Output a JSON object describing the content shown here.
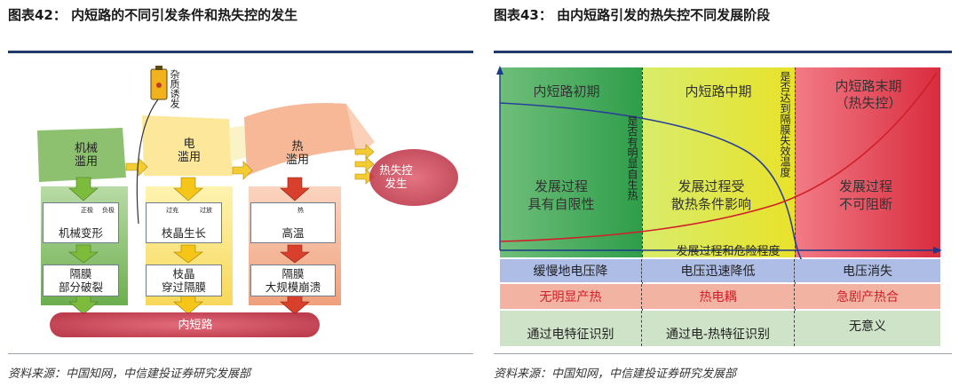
{
  "left": {
    "title": "图表42： 内短路的不同引发条件和热失控的发生",
    "source": "资料来源：中国知网，中信建投证券研究发展部",
    "battery_label": "杂质诱发",
    "stage1": [
      "机械\n滥用",
      "电\n滥用",
      "热\n滥用"
    ],
    "thermal_runaway": "热失控\n发生",
    "mini_labels": {
      "a": "正极",
      "b": "负极",
      "c": "过充",
      "d": "过放",
      "e": "热"
    },
    "stage2": [
      "机械变形",
      "枝晶生长",
      "高温"
    ],
    "stage3": [
      "隔膜\n部分破裂",
      "枝晶\n穿过隔膜",
      "隔膜\n大规模崩溃"
    ],
    "bottom": "内短路"
  },
  "right": {
    "title": "图表43： 由内短路引发的热失控不同发展阶段",
    "source": "资料来源：中国知网，中信建投证券研究发展部",
    "phases": [
      "内短路初期",
      "内短路中期",
      "内短路末期\n（热失控）"
    ],
    "descriptions": [
      "发展过程\n具有自限性",
      "发展过程受\n散热条件影响",
      "发展过程\n不可阻断"
    ],
    "vertical1": "是否有明显自生热",
    "vertical2": "是否达到隔膜失效温度",
    "x_label": "发展过程和危险程度",
    "row_voltage": [
      "缓慢地电压降",
      "电压迅速降低",
      "电压消失"
    ],
    "row_heat": [
      "无明显产热",
      "热电耦",
      "急剧产热合"
    ],
    "row_detect": [
      "通过电特征识别",
      "通过电-热特征识别",
      "无意义"
    ]
  },
  "colors": {
    "rule": "#1f3a6b",
    "green": "#2e9e4a",
    "yellow": "#e6e630",
    "red": "#e03b4a",
    "blue_curve": "#2a3f9a",
    "red_curve": "#d0202a"
  }
}
